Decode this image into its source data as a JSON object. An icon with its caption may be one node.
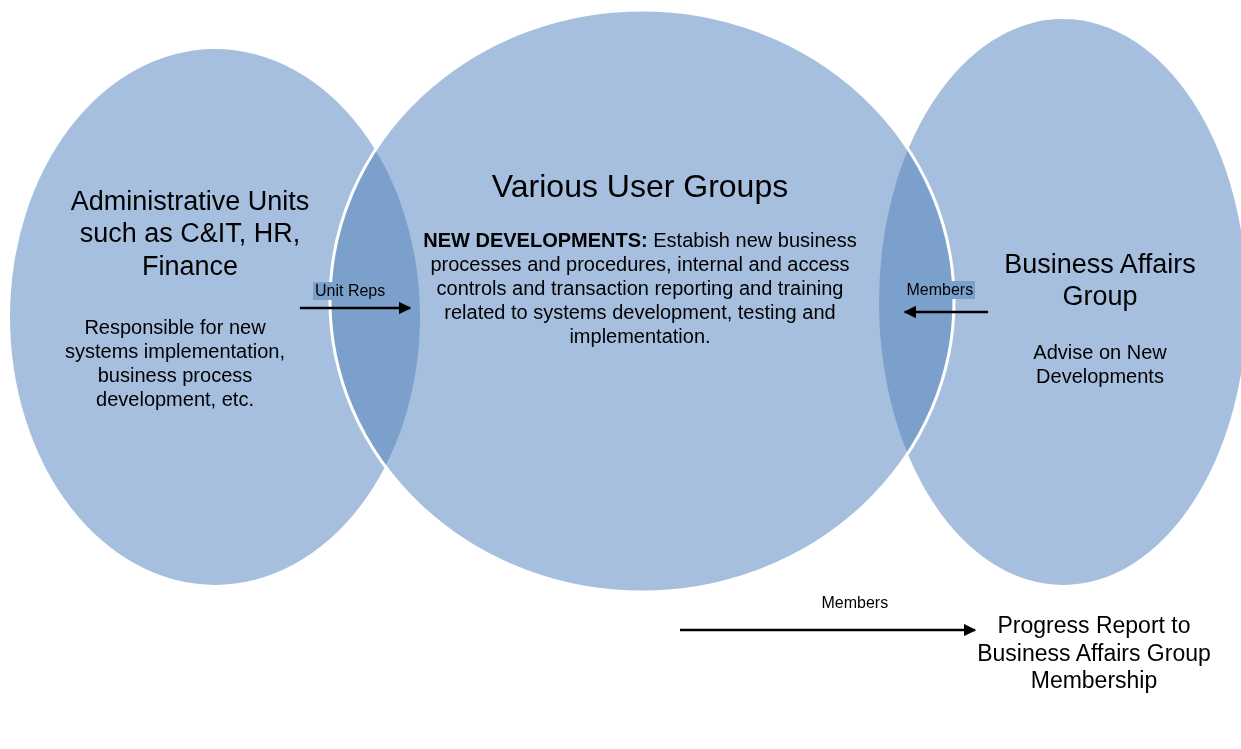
{
  "diagram": {
    "nodes": [
      {
        "text": [
          "Administrative Units such as C&IT, HR, Finance",
          "Responsible for new systems implementation, business process development, etc."
        ]
      },
      {
        "text": [
          "Various User Groups",
          "**NEW DEVELOPMENTS:**  Estabish new business processes and procedures, internal and access controls and transaction reporting and training related to systems development, testing and implementation."
        ]
      },
      {
        "text": [
          "Business Affairs Group",
          "Advise on New Developments"
        ]
      },
      {
        "text": [
          "Progress Report to Business Affairs Group Membership"
        ]
      }
    ],
    "edges": [
      {
        "from": 0,
        "to": 1,
        "arrow": "to",
        "label": "Unit Reps"
      },
      {
        "from": 2,
        "to": 1,
        "arrow": "to",
        "label": "Members"
      },
      {
        "from": null,
        "to": 3,
        "arrow": "to",
        "label": "Members"
      }
    ]
  }
}
